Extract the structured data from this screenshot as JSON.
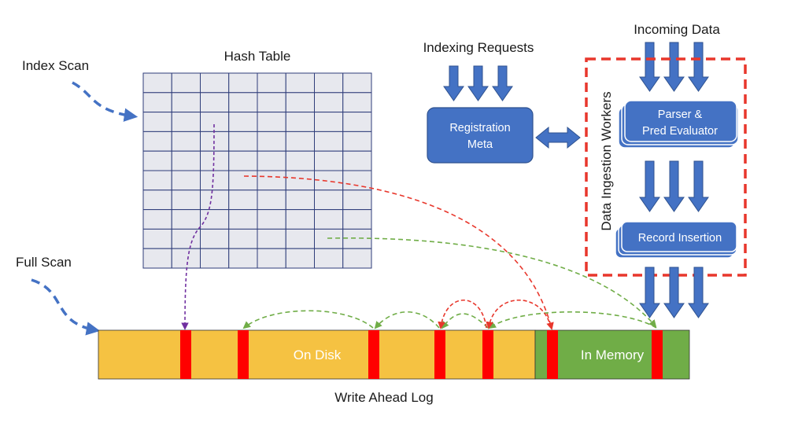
{
  "labels": {
    "index_scan": "Index Scan",
    "full_scan": "Full Scan",
    "hash_table": "Hash Table",
    "indexing_requests": "Indexing Requests",
    "incoming_data": "Incoming Data",
    "registration_line1": "Registration",
    "registration_line2": "Meta",
    "parser_line1": "Parser &",
    "parser_line2": "Pred Evaluator",
    "record_insertion": "Record Insertion",
    "workers": "Data Ingestion Workers",
    "on_disk": "On Disk",
    "in_memory": "In Memory",
    "wal": "Write Ahead Log"
  },
  "colors": {
    "blue": "#4472c4",
    "blue_dark": "#2f528f",
    "red": "#ff0000",
    "orange": "#f5c242",
    "green": "#70ad47",
    "grid_fill": "#e7e8ee",
    "grid_line": "#2f3d7a",
    "purple": "#7030a0",
    "dash_red": "#e8372c",
    "dash_green": "#70ad47"
  },
  "hash_table": {
    "rows": 10,
    "cols": 8
  }
}
